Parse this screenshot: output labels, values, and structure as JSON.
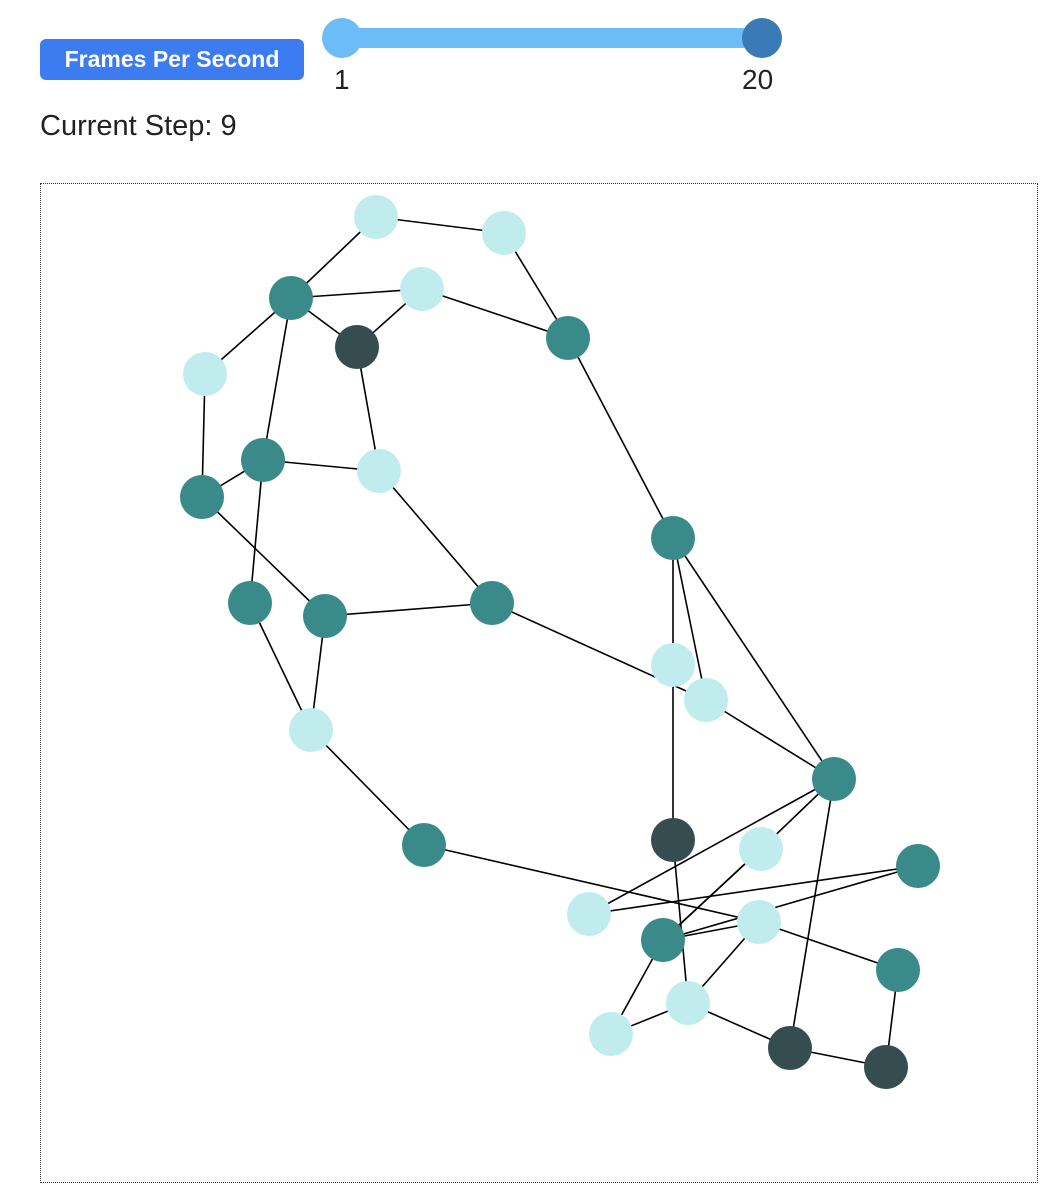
{
  "controls": {
    "fps_label": "Frames Per Second",
    "slider_min_label": "1",
    "slider_max_label": "20",
    "slider_min": 1,
    "slider_max": 20,
    "slider_value_low": 1,
    "slider_value_high": 20
  },
  "status": {
    "current_step_text": "Current Step: 9"
  },
  "graph": {
    "state_colors": {
      "light": "#c0ecee",
      "mid": "#3a8a8a",
      "dark": "#364d4f"
    },
    "nodes": [
      {
        "id": 0,
        "state": "light"
      },
      {
        "id": 1,
        "state": "light"
      },
      {
        "id": 2,
        "state": "mid"
      },
      {
        "id": 3,
        "state": "light"
      },
      {
        "id": 4,
        "state": "dark"
      },
      {
        "id": 5,
        "state": "mid"
      },
      {
        "id": 6,
        "state": "light"
      },
      {
        "id": 7,
        "state": "mid"
      },
      {
        "id": 8,
        "state": "light"
      },
      {
        "id": 9,
        "state": "mid"
      },
      {
        "id": 10,
        "state": "mid"
      },
      {
        "id": 11,
        "state": "mid"
      },
      {
        "id": 12,
        "state": "mid"
      },
      {
        "id": 13,
        "state": "mid"
      },
      {
        "id": 14,
        "state": "light"
      },
      {
        "id": 15,
        "state": "mid"
      },
      {
        "id": 16,
        "state": "light"
      },
      {
        "id": 17,
        "state": "light"
      },
      {
        "id": 18,
        "state": "mid"
      },
      {
        "id": 19,
        "state": "dark"
      },
      {
        "id": 20,
        "state": "light"
      },
      {
        "id": 21,
        "state": "mid"
      },
      {
        "id": 22,
        "state": "light"
      },
      {
        "id": 23,
        "state": "light"
      },
      {
        "id": 24,
        "state": "mid"
      },
      {
        "id": 25,
        "state": "mid"
      },
      {
        "id": 26,
        "state": "light"
      },
      {
        "id": 27,
        "state": "light"
      },
      {
        "id": 28,
        "state": "dark"
      },
      {
        "id": 29,
        "state": "dark"
      }
    ],
    "edges": [
      [
        0,
        1
      ],
      [
        0,
        2
      ],
      [
        1,
        5
      ],
      [
        2,
        3
      ],
      [
        2,
        4
      ],
      [
        2,
        6
      ],
      [
        2,
        9
      ],
      [
        3,
        4
      ],
      [
        3,
        5
      ],
      [
        4,
        8
      ],
      [
        5,
        10
      ],
      [
        6,
        7
      ],
      [
        7,
        9
      ],
      [
        7,
        12
      ],
      [
        9,
        8
      ],
      [
        9,
        11
      ],
      [
        8,
        13
      ],
      [
        11,
        14
      ],
      [
        12,
        13
      ],
      [
        12,
        14
      ],
      [
        13,
        17
      ],
      [
        10,
        17
      ],
      [
        10,
        19
      ],
      [
        10,
        18
      ],
      [
        17,
        18
      ],
      [
        18,
        20
      ],
      [
        18,
        22
      ],
      [
        14,
        15
      ],
      [
        15,
        23
      ],
      [
        23,
        26
      ],
      [
        22,
        24
      ],
      [
        24,
        21
      ],
      [
        21,
        23
      ],
      [
        21,
        27
      ],
      [
        21,
        20
      ],
      [
        19,
        26
      ],
      [
        26,
        28
      ],
      [
        27,
        26
      ],
      [
        18,
        28
      ],
      [
        28,
        29
      ],
      [
        29,
        25
      ],
      [
        25,
        23
      ],
      [
        20,
        21
      ]
    ]
  }
}
